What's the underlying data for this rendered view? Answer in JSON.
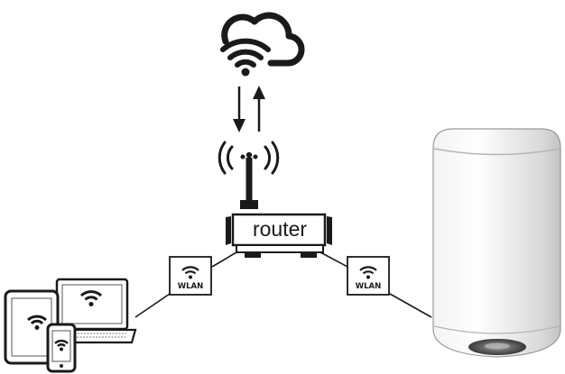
{
  "nodes": {
    "router": {
      "label": "router"
    },
    "wlan_left": {
      "label": "WLAN"
    },
    "wlan_right": {
      "label": "WLAN"
    }
  },
  "icons": [
    "cloud-wifi-icon",
    "antenna-signal-icon",
    "router-icon",
    "wifi-icon",
    "tablet-icon",
    "laptop-icon",
    "smartphone-icon",
    "water-heater-icon"
  ],
  "colors": {
    "line": "#1a1a1a",
    "background": "#ffffff"
  }
}
